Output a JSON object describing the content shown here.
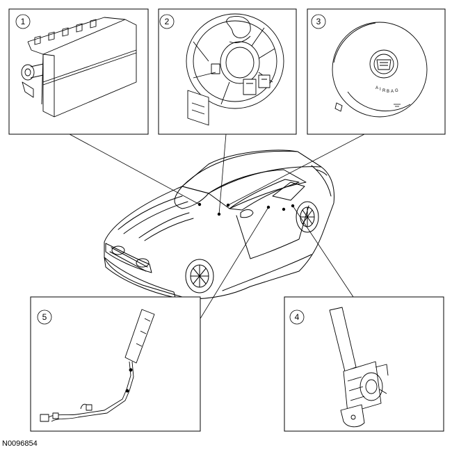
{
  "figure_id": "N0096854",
  "callouts": [
    {
      "number": "1",
      "component": "passenger-airbag-module"
    },
    {
      "number": "2",
      "component": "clockspring"
    },
    {
      "number": "3",
      "component": "driver-airbag-module"
    },
    {
      "number": "4",
      "component": "seatbelt-retractor-pretensioner"
    },
    {
      "number": "5",
      "component": "side-airbag-module"
    }
  ]
}
